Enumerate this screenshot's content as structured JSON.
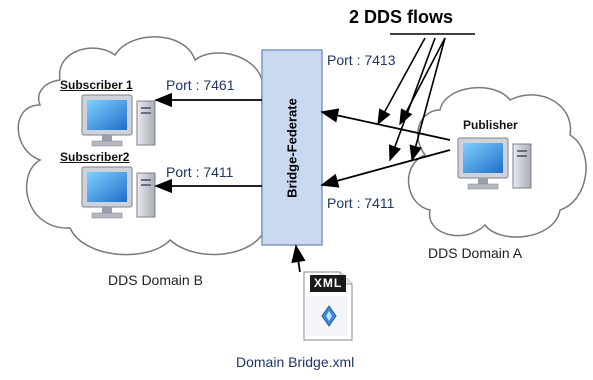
{
  "header": {
    "title": "2 DDS flows"
  },
  "bridge": {
    "label": "Bridge-Federate"
  },
  "domain_b": {
    "label": "DDS Domain B",
    "subscribers": [
      {
        "label": "Subscriber 1",
        "port": "Port : 7461"
      },
      {
        "label": "Subscriber2",
        "port": "Port : 7411"
      }
    ]
  },
  "domain_a": {
    "label": "DDS Domain A",
    "publisher": {
      "label": "Publisher"
    },
    "ports": [
      "Port : 7413",
      "Port : 7411"
    ]
  },
  "config_file": {
    "badge": "XML",
    "label": "Domain Bridge.xml"
  },
  "colors": {
    "bridge_fill": "#c9d9f1",
    "bridge_border": "#7f97c0",
    "monitor_screen": "#2a8fe0",
    "arrow": "#000000",
    "port_text": "#1f3766"
  },
  "icons": [
    "cloud-icon",
    "computer-icon",
    "xml-file-icon",
    "arrow-icon"
  ]
}
